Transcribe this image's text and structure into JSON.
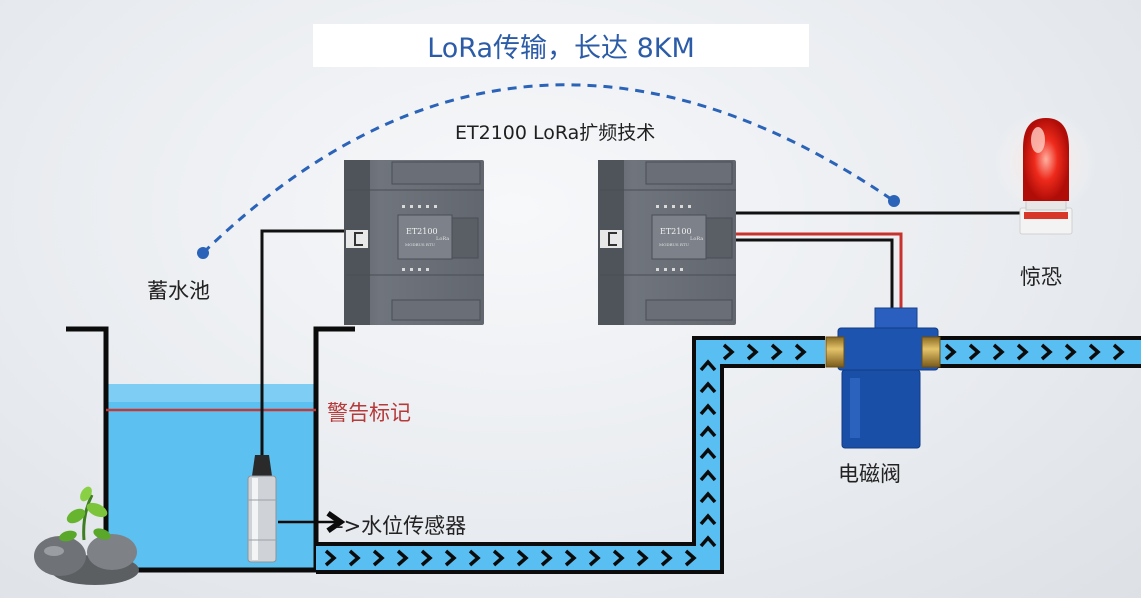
{
  "header": {
    "title": "LoRa传输，长达 8KM"
  },
  "labels": {
    "technology": "ET2100 LoRa扩频技术",
    "reservoir": "蓄水池",
    "alarm": "惊恐",
    "warning_mark": "警告标记",
    "solenoid_valve": "电磁阀",
    "level_sensor": "->水位传感器"
  },
  "modules": {
    "left": {
      "model": "ET2100",
      "brand": "LoRa",
      "sub": "MODBUS  RTU"
    },
    "right": {
      "model": "ET2100",
      "brand": "LoRa",
      "sub": "MODBUS  RTU"
    }
  },
  "colors": {
    "title_text": "#2c5ca8",
    "link_dash": "#2a63b8",
    "water": "#5cc0f0",
    "pipe": "#59bff2",
    "warning": "#b63a3a",
    "valve": "#1d54b0"
  }
}
